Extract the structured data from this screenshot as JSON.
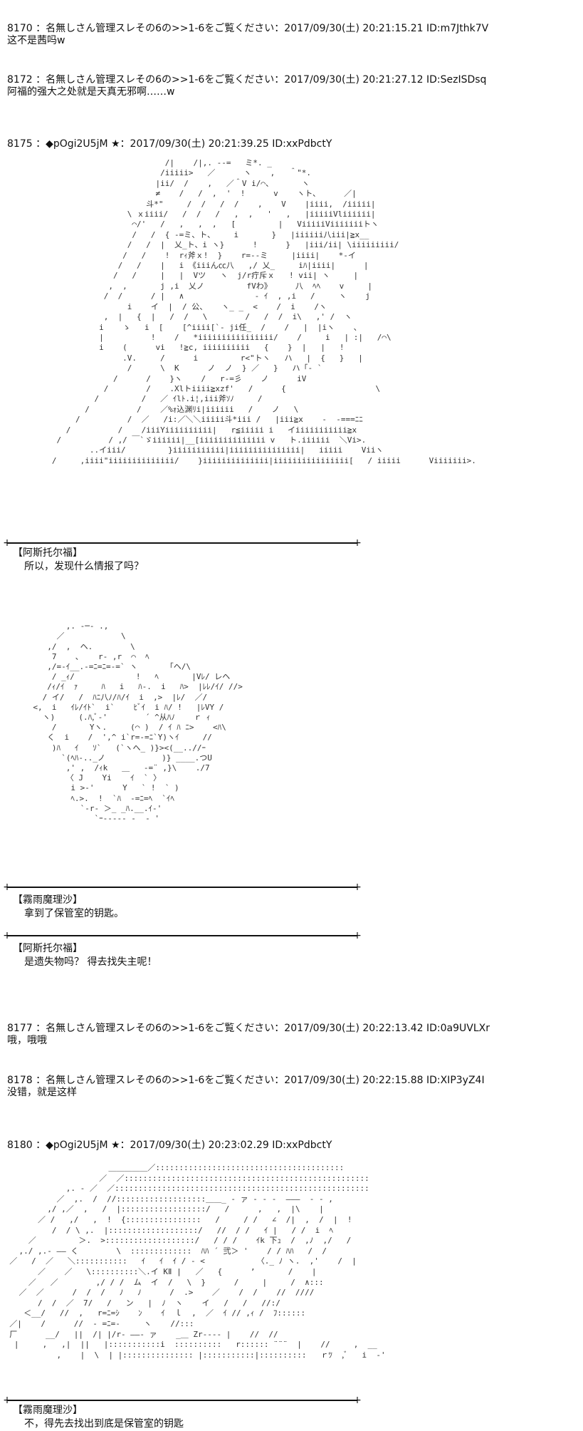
{
  "posts": [
    {
      "header": "8170 ：名無しさん管理スレその6の>>1-6をご覧ください：2017/09/30(土) 20:21:15.21 ID:m7Jthk7V",
      "body": "这不是茜吗w"
    },
    {
      "header": "8172 ：名無しさん管理スレその6の>>1-6をご覧ください：2017/09/30(土) 20:21:27.12 ID:SezISDsq",
      "body": "阿福的强大之处就是天真无邪啊……w"
    },
    {
      "header": "8175 ：◆pOgi2U5jM ★：2017/09/30(土) 20:21:39.25 ID:xxPdbctY",
      "body": ""
    },
    {
      "header": "8177 ：名無しさん管理スレその6の>>1-6をご覧ください：2017/09/30(土) 20:22:13.42 ID:0a9UVLXr",
      "body": "哦，哦哦"
    },
    {
      "header": "8178 ：名無しさん管理スレその6の>>1-6をご覧ください：2017/09/30(土) 20:22:15.88 ID:XIP3yZ4I",
      "body": "没错，就是这样"
    },
    {
      "header": "8180 ：◆pOgi2U5jM ★：2017/09/30(土) 20:23:02.29 ID:xxPdbctY",
      "body": ""
    }
  ],
  "dialogs": [
    {
      "speaker": "【阿斯托尔福】",
      "line": "所以，发现什么情报了吗？"
    },
    {
      "speaker": "【霧雨魔理沙】",
      "line": "拿到了保管室的钥匙。"
    },
    {
      "speaker": "【阿斯托尔福】",
      "line": "是遗失物吗？ 得去找失主呢！"
    },
    {
      "speaker": "【霧雨魔理沙】",
      "line": "不，得先去找出到底是保管室的钥匙"
    }
  ],
  "ascii_art": [
    "                                   /|    /|,. ‐‐=   ミ*. _\n                                  /iiiii>   ／      ヽ    ,   ＾\"*.\n                                 |ii/  /    ,   ／＾V i/⌒、      ヽ\n                                 ≠    /   /  ,  '  !      v    ヽト、     ／|\n                               斗*\"     /  /   /  /    ,    V    |iiii,  /iiiii|\n                           \\ ｘiiii/   /  /   /   ,  ,   '   ,   |iiiiiVliiiiii|\n                            ⌒/'   /   ,   ,  ,   [         |   ViiiiiViiiiiiiトヽ\n                            /   /  { ‐=ミ、ト、    i       }   |iiiiii八iii|≧x__\n                           /   /  |  乂_ト、i ヽ}      !      }   |iii/ii| \\iiiiiiiii/\n                          /   /    !  rｨ斧ｘ!  }    r=‐‐ミ     |iiii|    *‐イ\n                         /   /    |   i 《iiiん㏄八   ,/ 乂_     iﾊ|iiii|      |\n                        /   /     |   |  Vツ   ヽ  j/r疔斥ｘ   ! vii| ヽ     |\n                       ,  ,       j ,i  乂ノ         fVわ》     八  ﾍﾍ    v     |\n                      /  /      / |   ∧               ‐ ｲ  , ,i   /     ヽ    j\n                           i    イ  |  / 公、   ヽ_ _  <    /  i    /ヽ\n                      ,  |   {  |   /  /   \\        /   /  /  i\\   ,' /  ヽ\n                     i    ゝ   i  [    [^iiii[`‐ ji任_  /    /   |  |iヽ    、\n                     |          !    /   *iiiiiiiiiiiiiiii/    /     i   | :|   /⌒\\\n                     i    (      vi   !≧c, iiiiiiiiii   {    }  |   |   !\n                          .V.     /      i         r<\"トヽ   ハ   |  {   }   |\n                           /      \\  K      ノ  ノ  } ／   }   ハ「‐ ` \n                        /      /    }ヽ    /   r‐=彡    ノ      iV\n                      /        /    .Xlトiiii≧xzf'   /      {                   \\\n                    /         /   ／ ｲlﾄ.i¦,iii斧ｿﾉ     /\n                  /          /    ／%ｫ込渊ﾘi|iiiiii   /    ノ   \\\n                /          /  ／   /i:／＼＼iiiii斗*iii /   |iii≧x    ‐  ‐===ﾆﾆ\n              /          /    /iiiYiiiiiiiiii|   r≦iiiii i   イiiiiiiiiiii≧x\n            /          / ,/ ￣`ゞiiiiii|__[iiiiiiiiiiiiii v   ト.iiiiii  ＼Vi>.\n                   ..イiii/         }iiiiiiiiiii|iiiiiiiiiiiiiii|   iiiii    Viiヽ\n           /     ,iiii\"iiiiiiiiiiiiii/    }iiiiiiiiiiiiii|iiiiiiiiiiiiiiii[   / iiiii      Viiiiiii>.",
    "\n              ,. ‐─- .,\n            ／            \\\n          ,/  ,  ヘ.        \\\n           7    ､    r‐ ,r  ⌒  ﾍ\n          ,/=‐ｲ__.-=ﾆ=ﾆ=-=` ヽ      「ヘ/\\\n           / _ｨ/             !   ﾍ       |Vﾚ/ レヘ\n          /ｨ/ｲ  ｧ     ﾊ   i   ﾊ-.  i   ﾊ>  |ﾚﾚ/ｲ/ //>\n         / イ/   /  ﾊﾆ八ﾉ/ﾊ/ｲ  i  ,>  |ﾚ/  ／/\n       <,  i   ｲﾚ/ｲﾄ`  i`    ﾋﾞｲ  i ﾊ/ !   |ﾚVY /\n         ヽ)     (.ﾊ,ﾞ‐'        ´ ^从ﾊﾉ    ｒ ｨ\n           /       Yヽ.     (⌒ )  / ｲ ﾊ ﾆ>    <ﾊ\\\n          く  i    /  ',^ i`r=‐=ﾆ`Y)ヽｲ     //\n           )ﾊ   ｲ   ｿ`   (`ヽへ_ )}><(__..//ｰ\n             `(ﾍﾊ‐.._ノ            )} ____.つU\n              ,' ,  /ｨk   ＿   ‐=¨ ,}\\    ./7\n              〈 J    Yi    ｲ  ` 〉\n               i >‐'      Y   ` !  ` )\n               ﾍ.>.  !  `ﾊ  ‐=ﾆ=ﾍ  `ｲﾍ\n                 `‐r‐ ＞_ _ﾊ.__.ｲ‐'\n                    `ｰ‐‐--‐ -  ‐ '",
    "                       ＿＿＿＿＿／::::::::::::::::::::::::::::::::::::::::\n                     ／  ／::::::::::::::::::::::::::::::::::::::::::::::::::::\n              ,. ‐ ／  ／::::::::::::::::::::::::::::::::::::::::::::::::::::::\n            ／  ,.  /  //:::::::::::::::::::＿＿_ ‐ ァ ‐ ‐ -  ―――  ‐ ‐ ,\n          ,/ ,／  ,   /  |::::::::::::::::::/   /      ,   ,  |\\    |\n        ／ /   ,/   ,  !  {::::::::::::::::   /     / /   ∠  /|  ,  /  |  !\n           /  / \\ ,.  |:::::::::::::::::::/   //  / /   ｲ |   / /  i  ﾍ\n      ／         ＞.  >:::::::::::::::::::/   / / /    ｲk 下ｭ  /  ,ﾉ  ,/   /\n    ,./ ,.‐ ―― く        \\  :::::::::::::  ﾊﾊ ´ 弐＞ '    / / ﾊﾊ   /  /\n  ／   /  ／   ＼:::::::::::   ｲ   ｲ  ｲ / ‐ <           〈._ ﾉ ヽ.  ,'    /  |\n        ／    ／   \\::::::::::＼.イ KⅡ |   ／   {      ’       /    |\n      ／   ／        ,/ / /  ム  イ  /   \\  }      /     |     /  ∧:::\n    ／  ／      /  /  /   ﾉ   ﾉ      /  .>    ／    /  /    //  ////\n        /  /  ／  7/   /   ン   |  ﾉ  ヽ    イ   /   /   //:/\n     ＜__/   //  ,   r=ﾆ=ｼ    ﾝ    ｲ  ｌ  ,  ／  ｲ // ,ｨ /  ﾌ::::::\n  ／|    /      //  ‐ =ﾆ=‐     ヽ    //:::\n  厂      __/   ||  /| |/r‐ ――‐ ァ    _＿ Zr‐‐‐‐ |    //  //\n   |     ,   ,|  ||   |:::::::::::i  ::::::::::   r:::::: ¨¨¨  |    //     ,  __\n            ,    |  \\  | |::::::::::::::: |:::::::::::|::::::::::   ｒﾂ  ,ﾞ   i  ‐'"
  ]
}
